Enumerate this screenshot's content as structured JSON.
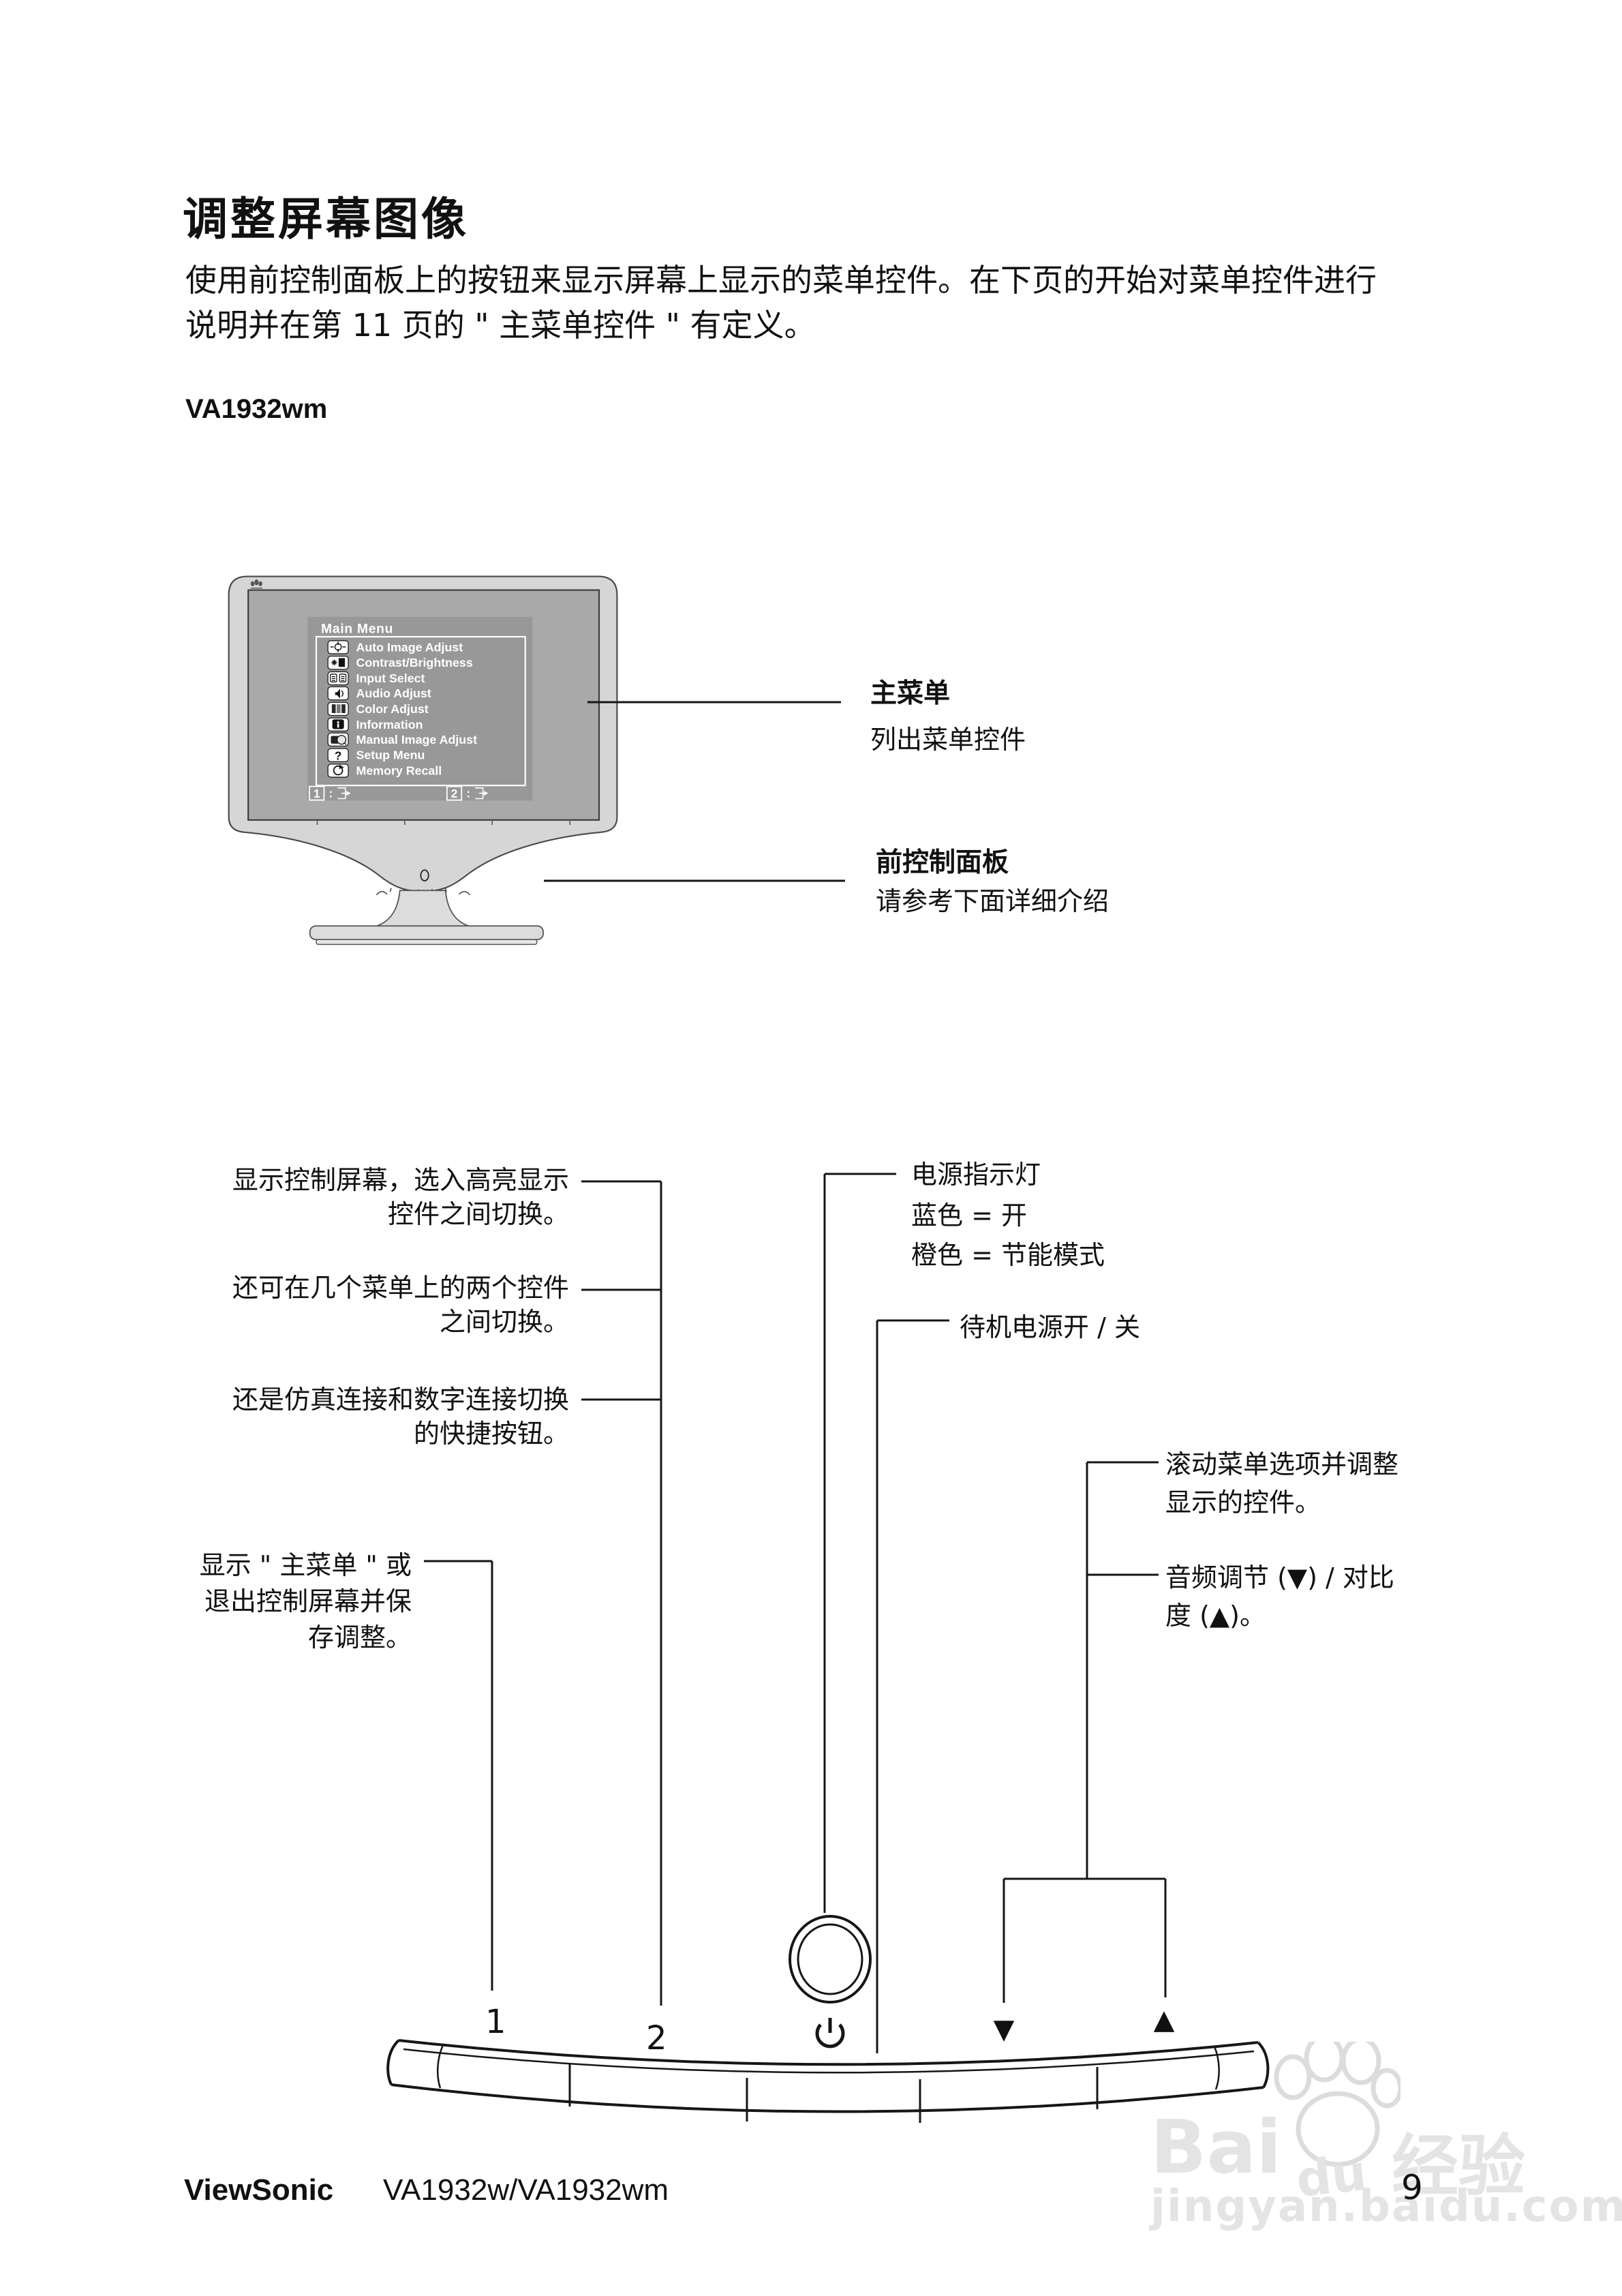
{
  "page": {
    "title": "调整屏幕图像",
    "intro": [
      "使用前控制面板上的按钮来显示屏幕上显示的菜单控件。在下页的开始对菜单控件进行",
      "说明并在第 11 页的 \" 主菜单控件 \" 有定义。"
    ],
    "model_heading": "VA1932wm"
  },
  "osd": {
    "title": "Main Menu",
    "items": [
      {
        "label": "Auto Image Adjust",
        "icon": "crosshair-icon"
      },
      {
        "label": "Contrast/Brightness",
        "icon": "contrast-icon"
      },
      {
        "label": "Input Select",
        "icon": "input-select-icon"
      },
      {
        "label": "Audio Adjust",
        "icon": "speaker-icon"
      },
      {
        "label": "Color Adjust",
        "icon": "color-bars-icon"
      },
      {
        "label": "Information",
        "icon": "info-icon"
      },
      {
        "label": "Manual Image Adjust",
        "icon": "manual-image-icon"
      },
      {
        "label": "Setup Menu",
        "icon": "question-icon"
      },
      {
        "label": "Memory Recall",
        "icon": "memory-recall-icon"
      }
    ],
    "hotkeys": {
      "key1": "1",
      "key2": "2",
      "separator": ":",
      "exit_icon": "exit-door-icon"
    }
  },
  "callouts": {
    "main_menu": {
      "title": "主菜单",
      "desc": "列出菜单控件"
    },
    "front_panel": {
      "title": "前控制面板",
      "desc": "请参考下面详细介绍"
    }
  },
  "annotations": {
    "button2_block1": [
      "显示控制屏幕，选入高亮显示",
      "控件之间切换。"
    ],
    "button2_block2": [
      "还可在几个菜单上的两个控件",
      "之间切换。"
    ],
    "button2_block3": [
      "还是仿真连接和数字连接切换",
      "的快捷按钮。"
    ],
    "button1_block": [
      "显示 \" 主菜单 \" 或",
      "退出控制屏幕并保",
      "存调整。"
    ],
    "power_led_block": [
      "电源指示灯",
      "蓝色 = 开",
      "橙色 = 节能模式"
    ],
    "standby_label": "待机电源开 / 关",
    "updown_block1": [
      "滚动菜单选项并调整",
      "显示的控件。"
    ],
    "updown_block2": [
      "音频调节 (▼) / 对比",
      "度 (▲)。"
    ]
  },
  "panel": {
    "button1_label": "1",
    "button2_label": "2",
    "down_label": "▼",
    "up_label": "▲",
    "power_icon": "power-icon",
    "power_led_icon": "power-led-icon"
  },
  "footer": {
    "brand": "ViewSonic",
    "models": "VA1932w/VA1932wm",
    "page_number": "9"
  },
  "watermark": {
    "word1": "Bai",
    "word2": "du",
    "word3": "经验",
    "line2": "jingyan.baidu.com",
    "paw_icon": "paw-icon",
    "color": "#e4e4e4"
  },
  "colors": {
    "bezel": "#d6d6d6",
    "screen": "#a9a9a9",
    "osd_bg": "#989898",
    "line": "#161616",
    "text": "#111111",
    "osd_text": "#ffffff"
  }
}
